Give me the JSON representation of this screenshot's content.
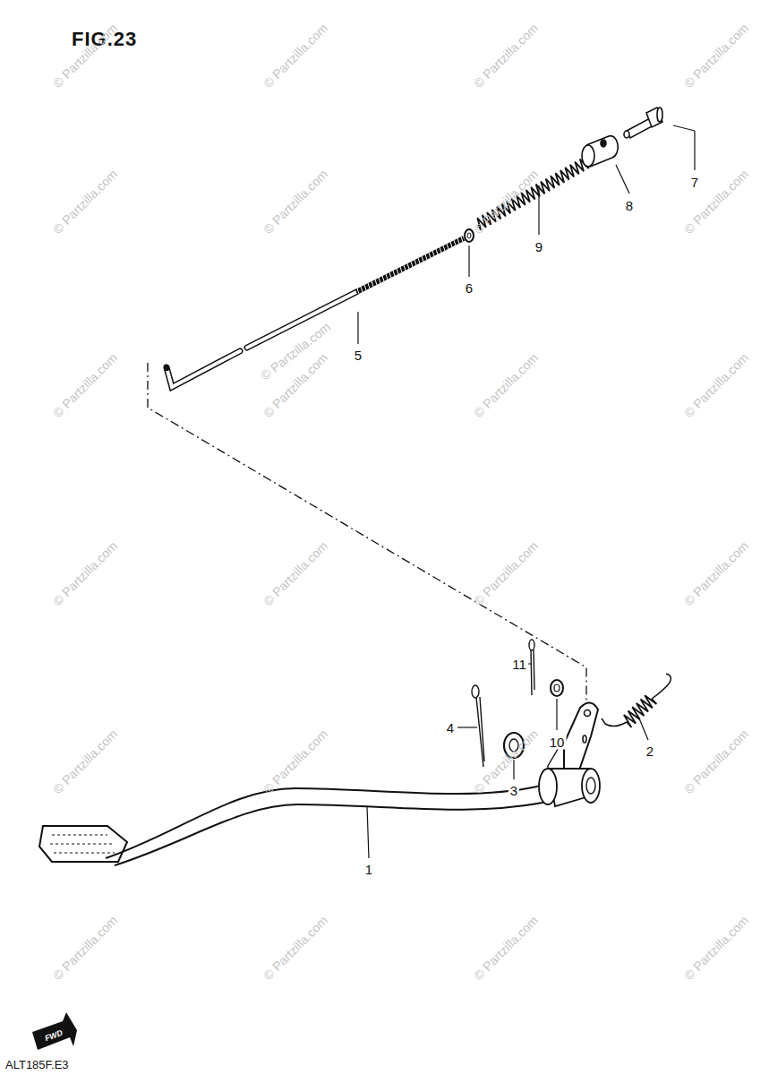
{
  "diagram": {
    "title": "FIG.23",
    "labels": [
      "1",
      "2",
      "3",
      "4",
      "5",
      "6",
      "7",
      "8",
      "9",
      "10",
      "11",
      "ALT185F.E3",
      "FWD",
      "© Partzilla.com",
      "© Partzilla.com",
      "© Partzilla.com",
      "© Partzilla.com",
      "© Partzilla.com",
      "© Partzilla.com",
      "© Partzilla.com",
      "© Partzilla.com",
      "© Partzilla.com",
      "© Partzilla.com",
      "© Partzilla.com",
      "© Partzilla.com",
      "© Partzilla.com",
      "© Partzilla.com",
      "© Partzilla.com",
      "© Partzilla.com",
      "© Partzilla.com",
      "© Partzilla.com",
      "© Partzilla.com",
      "© Partzilla.com",
      "© Partzilla.com",
      "© Partzilla.com",
      "© Partzilla.com",
      "© Partzilla.com",
      "© Partzilla.com"
    ]
  }
}
